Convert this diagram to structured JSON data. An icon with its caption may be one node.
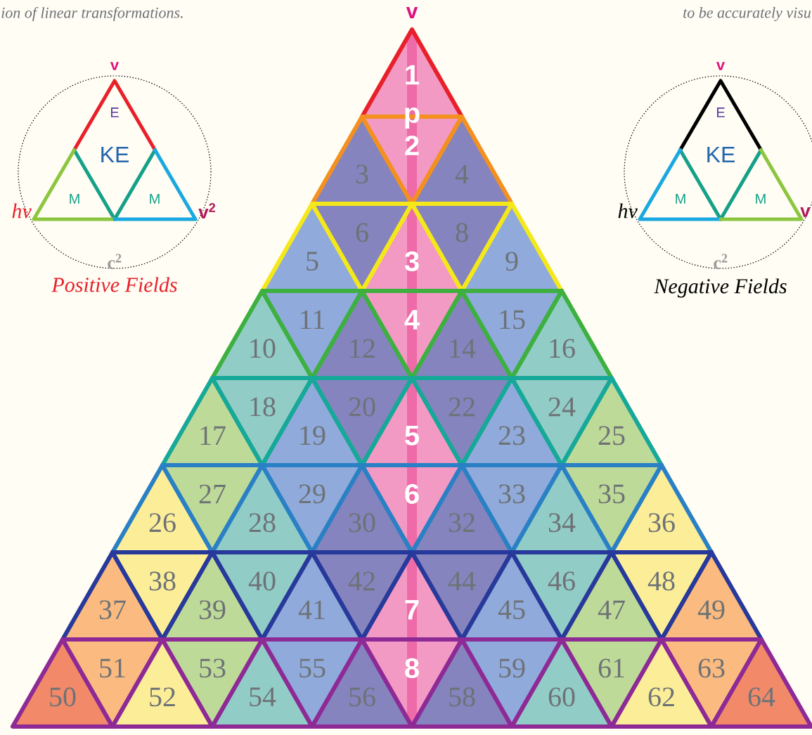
{
  "diagram": {
    "nodes": [
      {
        "text": [
          "E"
        ]
      },
      {
        "text": [
          "KE"
        ]
      },
      {
        "text": [
          "M"
        ]
      },
      {
        "text": [
          "M"
        ]
      },
      {
        "text": [
          "E"
        ]
      },
      {
        "text": [
          "KE"
        ]
      },
      {
        "text": [
          "M"
        ]
      },
      {
        "text": [
          "M"
        ]
      },
      {
        "text": [
          "1"
        ]
      },
      {
        "text": [
          "3"
        ]
      },
      {
        "text": [
          "2"
        ]
      },
      {
        "text": [
          "4"
        ]
      },
      {
        "text": [
          "5"
        ]
      },
      {
        "text": [
          "6"
        ]
      },
      {
        "text": [
          "3"
        ]
      },
      {
        "text": [
          "8"
        ]
      },
      {
        "text": [
          "9"
        ]
      },
      {
        "text": [
          "10"
        ]
      },
      {
        "text": [
          "11"
        ]
      },
      {
        "text": [
          "12"
        ]
      },
      {
        "text": [
          "4"
        ]
      },
      {
        "text": [
          "14"
        ]
      },
      {
        "text": [
          "15"
        ]
      },
      {
        "text": [
          "16"
        ]
      },
      {
        "text": [
          "17"
        ]
      },
      {
        "text": [
          "18"
        ]
      },
      {
        "text": [
          "19"
        ]
      },
      {
        "text": [
          "20"
        ]
      },
      {
        "text": [
          "5"
        ]
      },
      {
        "text": [
          "22"
        ]
      },
      {
        "text": [
          "23"
        ]
      },
      {
        "text": [
          "24"
        ]
      },
      {
        "text": [
          "25"
        ]
      },
      {
        "text": [
          "26"
        ]
      },
      {
        "text": [
          "27"
        ]
      },
      {
        "text": [
          "28"
        ]
      },
      {
        "text": [
          "29"
        ]
      },
      {
        "text": [
          "30"
        ]
      },
      {
        "text": [
          "6"
        ]
      },
      {
        "text": [
          "32"
        ]
      },
      {
        "text": [
          "33"
        ]
      },
      {
        "text": [
          "34"
        ]
      },
      {
        "text": [
          "35"
        ]
      },
      {
        "text": [
          "36"
        ]
      },
      {
        "text": [
          "37"
        ]
      },
      {
        "text": [
          "38"
        ]
      },
      {
        "text": [
          "39"
        ]
      },
      {
        "text": [
          "40"
        ]
      },
      {
        "text": [
          "41"
        ]
      },
      {
        "text": [
          "42"
        ]
      },
      {
        "text": [
          "7"
        ]
      },
      {
        "text": [
          "44"
        ]
      },
      {
        "text": [
          "45"
        ]
      },
      {
        "text": [
          "46"
        ]
      },
      {
        "text": [
          "47"
        ]
      },
      {
        "text": [
          "48"
        ]
      },
      {
        "text": [
          "49"
        ]
      },
      {
        "text": [
          "50"
        ]
      },
      {
        "text": [
          "51"
        ]
      },
      {
        "text": [
          "52"
        ]
      },
      {
        "text": [
          "53"
        ]
      },
      {
        "text": [
          "54"
        ]
      },
      {
        "text": [
          "55"
        ]
      },
      {
        "text": [
          "56"
        ]
      },
      {
        "text": [
          "8"
        ]
      },
      {
        "text": [
          "58"
        ]
      },
      {
        "text": [
          "59"
        ]
      },
      {
        "text": [
          "60"
        ]
      },
      {
        "text": [
          "61"
        ]
      },
      {
        "text": [
          "62"
        ]
      },
      {
        "text": [
          "63"
        ]
      },
      {
        "text": [
          "64"
        ]
      }
    ],
    "labels": [
      "ion of linear transformations.",
      "v",
      "to be accurately visu",
      "v",
      "v",
      "hν",
      "v$^{2}$",
      "hν",
      "v",
      "c$^{2}$",
      "c$^{2}$",
      "Positive Fields",
      "Negative Fields",
      "p"
    ]
  }
}
